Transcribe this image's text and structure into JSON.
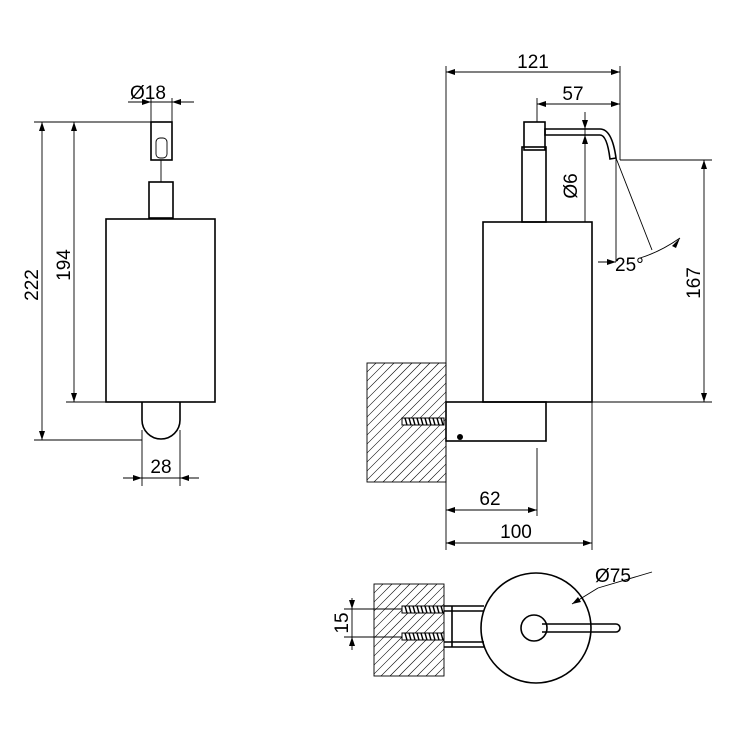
{
  "dimensions": {
    "pump_diameter": "Ø18",
    "overall_height": "222",
    "body_height": "194",
    "base_width": "28",
    "total_depth": "121",
    "spout_reach": "57",
    "spout_diameter": "Ø6",
    "spout_angle": "25°",
    "mount_height": "167",
    "bracket_depth": "62",
    "wall_to_front": "100",
    "body_diameter": "Ø75",
    "screw_spacing": "15"
  }
}
